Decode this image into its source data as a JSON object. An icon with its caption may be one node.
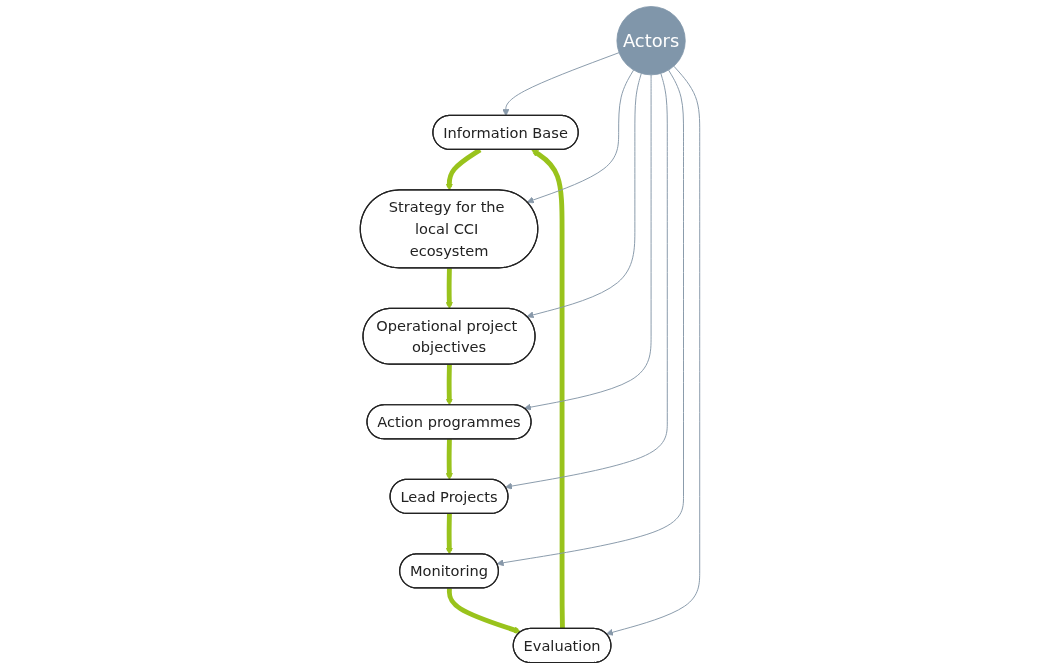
{
  "diagram": {
    "nodes": [
      {
        "text": [
          "Information Base"
        ]
      },
      {
        "text": [
          "Strategy for the local CCI ecosystem"
        ]
      },
      {
        "text": [
          "Operational project objectives"
        ]
      },
      {
        "text": [
          "Action programmes"
        ]
      },
      {
        "text": [
          "Lead Projects"
        ]
      },
      {
        "text": [
          "Monitoring"
        ]
      },
      {
        "text": [
          "Evaluation"
        ]
      },
      {
        "text": [
          "Actors"
        ]
      }
    ],
    "edges": [
      {
        "from": 0,
        "to": 1,
        "arrow": "to",
        "style": "thick",
        "color": "#99c31c"
      },
      {
        "from": 1,
        "to": 2,
        "arrow": "to",
        "style": "thick",
        "color": "#99c31c"
      },
      {
        "from": 2,
        "to": 3,
        "arrow": "to",
        "style": "thick",
        "color": "#99c31c"
      },
      {
        "from": 3,
        "to": 4,
        "arrow": "to",
        "style": "thick",
        "color": "#99c31c"
      },
      {
        "from": 4,
        "to": 5,
        "arrow": "to",
        "style": "thick",
        "color": "#99c31c"
      },
      {
        "from": 5,
        "to": 6,
        "arrow": "to",
        "style": "thick",
        "color": "#99c31c"
      },
      {
        "from": 6,
        "to": 0,
        "arrow": "to",
        "style": "thick",
        "color": "#99c31c"
      },
      {
        "from": 7,
        "to": 0,
        "arrow": "to",
        "color": "#8899aa"
      },
      {
        "from": 7,
        "to": 1,
        "arrow": "to",
        "color": "#8899aa"
      },
      {
        "from": 7,
        "to": 2,
        "arrow": "to",
        "color": "#8899aa"
      },
      {
        "from": 7,
        "to": 3,
        "arrow": "to",
        "color": "#8899aa"
      },
      {
        "from": 7,
        "to": 4,
        "arrow": "to",
        "color": "#8899aa"
      },
      {
        "from": 7,
        "to": 5,
        "arrow": "to",
        "color": "#8899aa"
      },
      {
        "from": 7,
        "to": 6,
        "arrow": "to",
        "color": "#8899aa"
      }
    ]
  }
}
